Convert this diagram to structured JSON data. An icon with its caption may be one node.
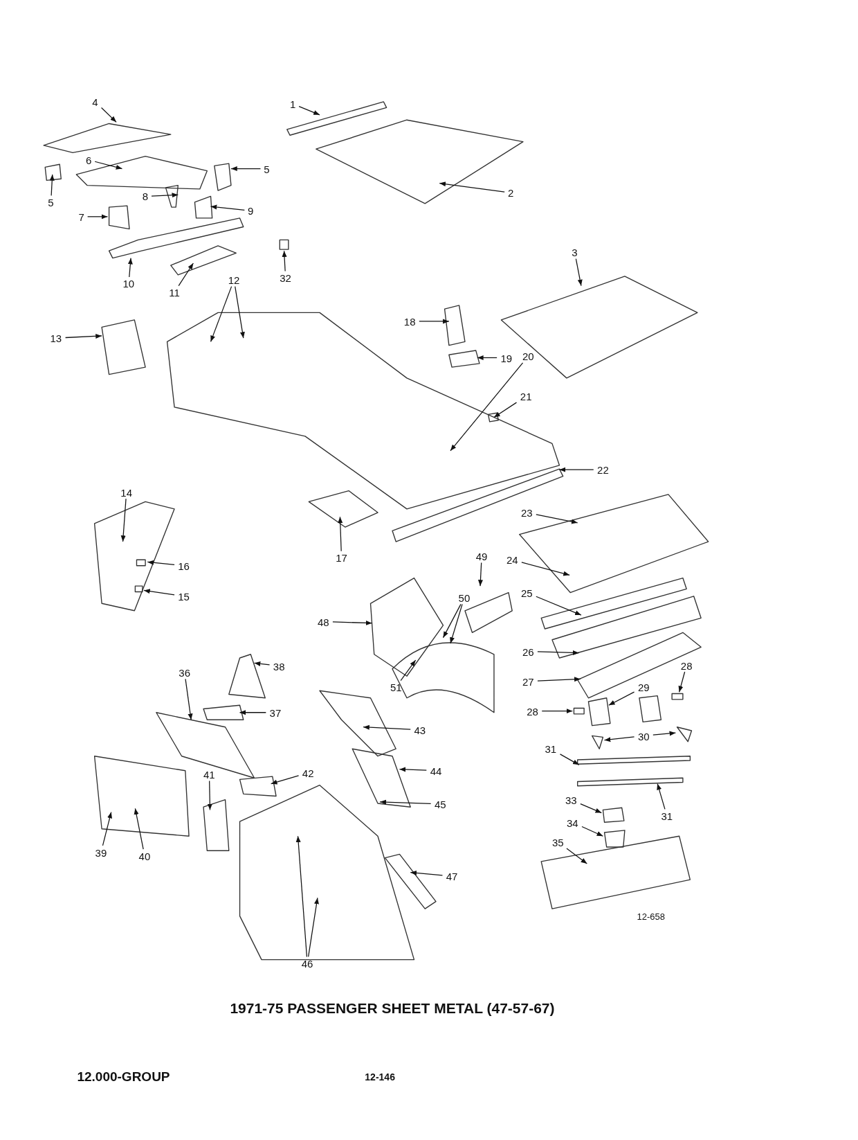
{
  "diagram": {
    "title": "1971-75 PASSENGER SHEET METAL (47-57-67)",
    "nodes": [
      {
        "text": [
          "1"
        ]
      },
      {
        "text": [
          "4"
        ]
      },
      {
        "text": [
          "6"
        ]
      },
      {
        "text": [
          "5"
        ]
      },
      {
        "text": [
          "2"
        ]
      },
      {
        "text": [
          "8"
        ]
      },
      {
        "text": [
          "5"
        ]
      },
      {
        "text": [
          "9"
        ]
      },
      {
        "text": [
          "7"
        ]
      },
      {
        "text": [
          "3"
        ]
      },
      {
        "text": [
          "32"
        ]
      },
      {
        "text": [
          "10"
        ]
      },
      {
        "text": [
          "11"
        ]
      },
      {
        "text": [
          "12"
        ]
      },
      {
        "text": [
          "18"
        ]
      },
      {
        "text": [
          "13"
        ]
      },
      {
        "text": [
          "19"
        ]
      },
      {
        "text": [
          "20"
        ]
      },
      {
        "text": [
          "21"
        ]
      },
      {
        "text": [
          "22"
        ]
      },
      {
        "text": [
          "14"
        ]
      },
      {
        "text": [
          "23"
        ]
      },
      {
        "text": [
          "17"
        ]
      },
      {
        "text": [
          "49"
        ]
      },
      {
        "text": [
          "24"
        ]
      },
      {
        "text": [
          "16"
        ]
      },
      {
        "text": [
          "15"
        ]
      },
      {
        "text": [
          "25"
        ]
      },
      {
        "text": [
          "50"
        ]
      },
      {
        "text": [
          "48"
        ]
      },
      {
        "text": [
          "26"
        ]
      },
      {
        "text": [
          "36"
        ]
      },
      {
        "text": [
          "38"
        ]
      },
      {
        "text": [
          "28"
        ]
      },
      {
        "text": [
          "27"
        ]
      },
      {
        "text": [
          "29"
        ]
      },
      {
        "text": [
          "51"
        ]
      },
      {
        "text": [
          "37"
        ]
      },
      {
        "text": [
          "43"
        ]
      },
      {
        "text": [
          "28"
        ]
      },
      {
        "text": [
          "30"
        ]
      },
      {
        "text": [
          "31"
        ]
      },
      {
        "text": [
          "44"
        ]
      },
      {
        "text": [
          "42"
        ]
      },
      {
        "text": [
          "41"
        ]
      },
      {
        "text": [
          "45"
        ]
      },
      {
        "text": [
          "31"
        ]
      },
      {
        "text": [
          "33"
        ]
      },
      {
        "text": [
          "34"
        ]
      },
      {
        "text": [
          "35"
        ]
      },
      {
        "text": [
          "39"
        ]
      },
      {
        "text": [
          "40"
        ]
      },
      {
        "text": [
          "47"
        ]
      },
      {
        "text": [
          "46"
        ]
      }
    ],
    "edges": [
      {
        "from": 0,
        "to": null,
        "arrow": "to"
      },
      {
        "from": 1,
        "to": null,
        "arrow": "to"
      },
      {
        "from": 2,
        "to": null,
        "arrow": "to"
      },
      {
        "from": 3,
        "to": null,
        "arrow": "to"
      },
      {
        "from": 4,
        "to": null,
        "arrow": "to"
      },
      {
        "from": 5,
        "to": null,
        "arrow": "to"
      },
      {
        "from": 6,
        "to": null,
        "arrow": "to"
      },
      {
        "from": 7,
        "to": null,
        "arrow": "to"
      },
      {
        "from": 8,
        "to": null,
        "arrow": "to"
      },
      {
        "from": 9,
        "to": null,
        "arrow": "to"
      },
      {
        "from": 10,
        "to": null,
        "arrow": "to"
      },
      {
        "from": 11,
        "to": null,
        "arrow": "to"
      },
      {
        "from": 12,
        "to": null,
        "arrow": "to"
      },
      {
        "from": 13,
        "to": null,
        "arrow": "to"
      },
      {
        "from": 13,
        "to": null,
        "arrow": "to"
      },
      {
        "from": 14,
        "to": null,
        "arrow": "to"
      },
      {
        "from": 15,
        "to": null,
        "arrow": "to"
      },
      {
        "from": 16,
        "to": null,
        "arrow": "to"
      },
      {
        "from": 17,
        "to": null,
        "arrow": "to"
      },
      {
        "from": 18,
        "to": null,
        "arrow": "to"
      },
      {
        "from": 19,
        "to": null,
        "arrow": "to"
      },
      {
        "from": 20,
        "to": null,
        "arrow": "to"
      },
      {
        "from": 21,
        "to": null,
        "arrow": "to"
      },
      {
        "from": 22,
        "to": null,
        "arrow": "to"
      },
      {
        "from": 23,
        "to": null,
        "arrow": "to"
      },
      {
        "from": 24,
        "to": null,
        "arrow": "to"
      },
      {
        "from": 25,
        "to": null,
        "arrow": "to"
      },
      {
        "from": 26,
        "to": null,
        "arrow": "to"
      },
      {
        "from": 27,
        "to": null,
        "arrow": "to"
      },
      {
        "from": 28,
        "to": null,
        "arrow": "to"
      },
      {
        "from": 28,
        "to": null,
        "arrow": "to"
      },
      {
        "from": 29,
        "to": null,
        "arrow": "to"
      },
      {
        "from": 30,
        "to": null,
        "arrow": "to"
      },
      {
        "from": 31,
        "to": null,
        "arrow": "to"
      },
      {
        "from": 32,
        "to": null,
        "arrow": "to"
      },
      {
        "from": 33,
        "to": null,
        "arrow": "to"
      },
      {
        "from": 34,
        "to": null,
        "arrow": "to"
      },
      {
        "from": 35,
        "to": null,
        "arrow": "to"
      },
      {
        "from": 36,
        "to": null,
        "arrow": "to"
      },
      {
        "from": 37,
        "to": null,
        "arrow": "to"
      },
      {
        "from": 38,
        "to": null,
        "arrow": "to"
      },
      {
        "from": 39,
        "to": null,
        "arrow": "to"
      },
      {
        "from": 40,
        "to": null,
        "arrow": "to"
      },
      {
        "from": 40,
        "to": null,
        "arrow": "to"
      },
      {
        "from": 41,
        "to": null,
        "arrow": "to"
      },
      {
        "from": 42,
        "to": null,
        "arrow": "to"
      },
      {
        "from": 43,
        "to": null,
        "arrow": "to"
      },
      {
        "from": 44,
        "to": null,
        "arrow": "to"
      },
      {
        "from": 45,
        "to": null,
        "arrow": "to"
      },
      {
        "from": 46,
        "to": null,
        "arrow": "to"
      },
      {
        "from": 47,
        "to": null,
        "arrow": "to"
      },
      {
        "from": 48,
        "to": null,
        "arrow": "to"
      },
      {
        "from": 49,
        "to": null,
        "arrow": "to"
      },
      {
        "from": 50,
        "to": null,
        "arrow": "to"
      },
      {
        "from": 51,
        "to": null,
        "arrow": "to"
      },
      {
        "from": 52,
        "to": null,
        "arrow": "to"
      },
      {
        "from": 53,
        "to": null,
        "arrow": "to"
      },
      {
        "from": 53,
        "to": null,
        "arrow": "to"
      }
    ],
    "labels": [
      "12-658",
      "12.000-GROUP",
      "12-146"
    ]
  }
}
